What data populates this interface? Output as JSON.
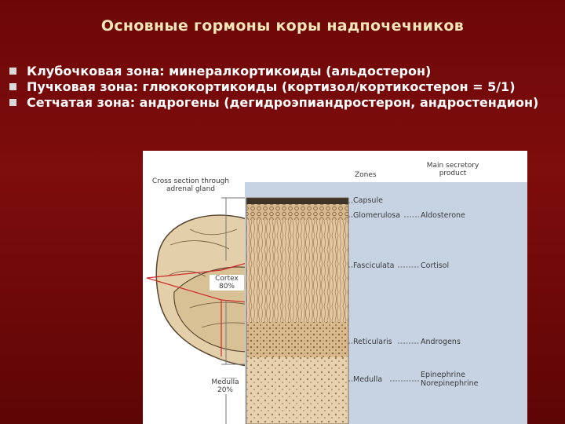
{
  "slide": {
    "title": "Основные гормоны коры надпочечников",
    "bullets": [
      "Клубочковая зона: минералкортикоиды (альдостерон)",
      "Пучковая зона: глюкокортикоиды (кортизол/кортикостерон = 5/1)",
      "Сетчатая зона: андрогены (дегидроэпиандростерон, андростендион)"
    ]
  },
  "figure": {
    "cross_section_label": [
      "Cross section through",
      "adrenal gland"
    ],
    "cortex_label": [
      "Cortex",
      "80%"
    ],
    "medulla_label": [
      "Medulla",
      "20%"
    ],
    "zones_header": "Zones",
    "product_header": [
      "Main secretory",
      "product"
    ],
    "zones": [
      {
        "name": "Capsule",
        "product": ""
      },
      {
        "name": "Glomerulosa",
        "product": "Aldosterone"
      },
      {
        "name": "Fasciculata",
        "product": "Cortisol"
      },
      {
        "name": "Reticularis",
        "product": "Androgens"
      },
      {
        "name": "Medulla",
        "product": "Epinephrine"
      }
    ],
    "medulla_product_2": "Norepinephrine"
  },
  "colors": {
    "background": "#7a0a0a",
    "title": "#f3e6b8",
    "bullet_text": "#ffffff",
    "diagram_bg": "#c7d3e3",
    "tissue": "#dcbf96",
    "red_line": "#d12a2a"
  }
}
